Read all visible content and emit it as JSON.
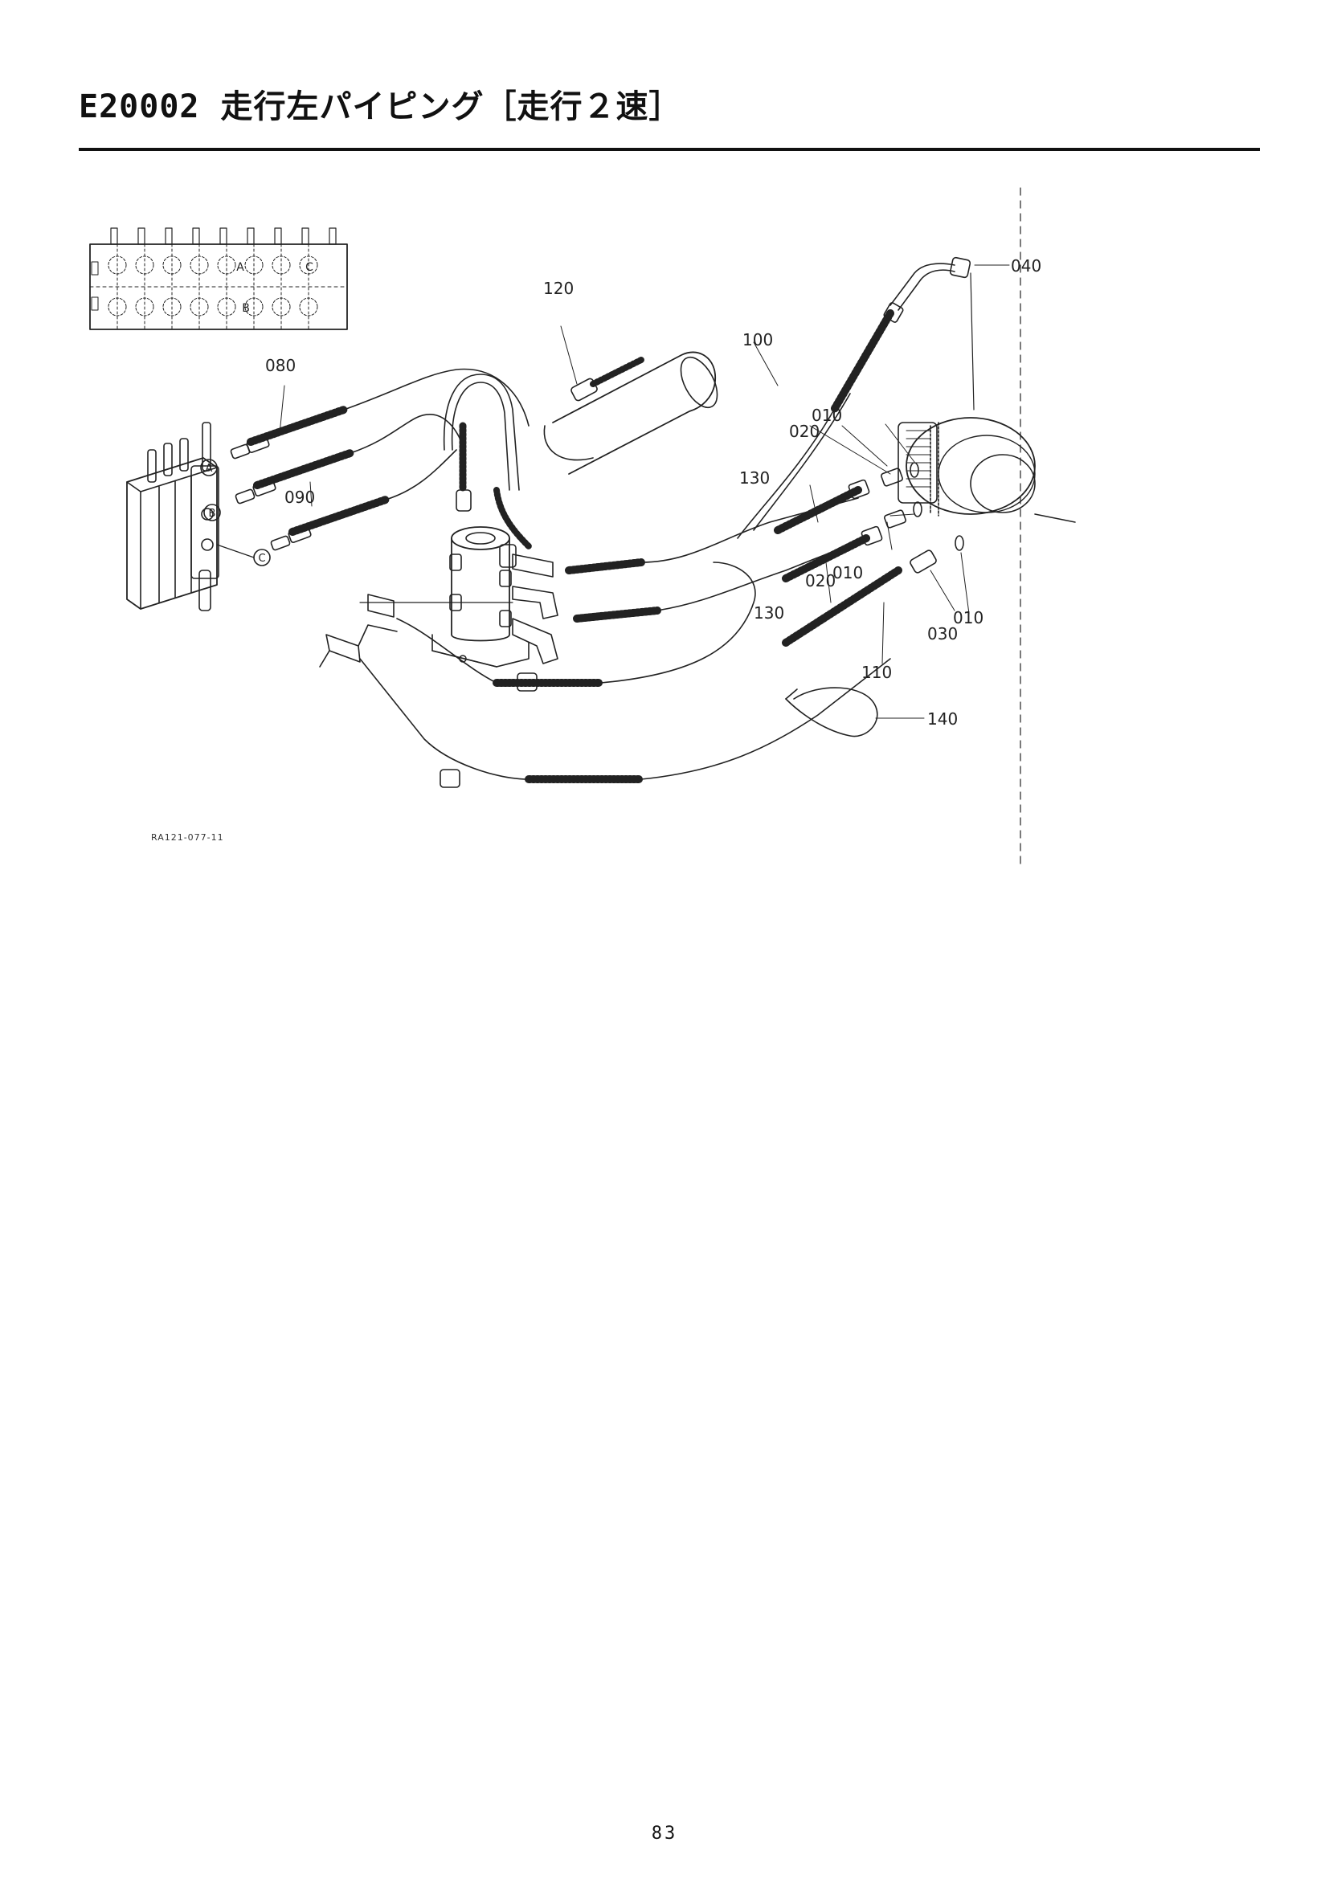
{
  "page": {
    "code": "E20002",
    "title": "走行左パイピング［走行２速］",
    "page_number": "83"
  },
  "diagram": {
    "figure_code": "RA121-077-11",
    "port_labels": {
      "a": "A",
      "b": "B",
      "c": "C"
    },
    "callouts": [
      "010",
      "010",
      "010",
      "020",
      "020",
      "030",
      "040",
      "080",
      "090",
      "100",
      "110",
      "120",
      "130",
      "130",
      "140"
    ]
  }
}
